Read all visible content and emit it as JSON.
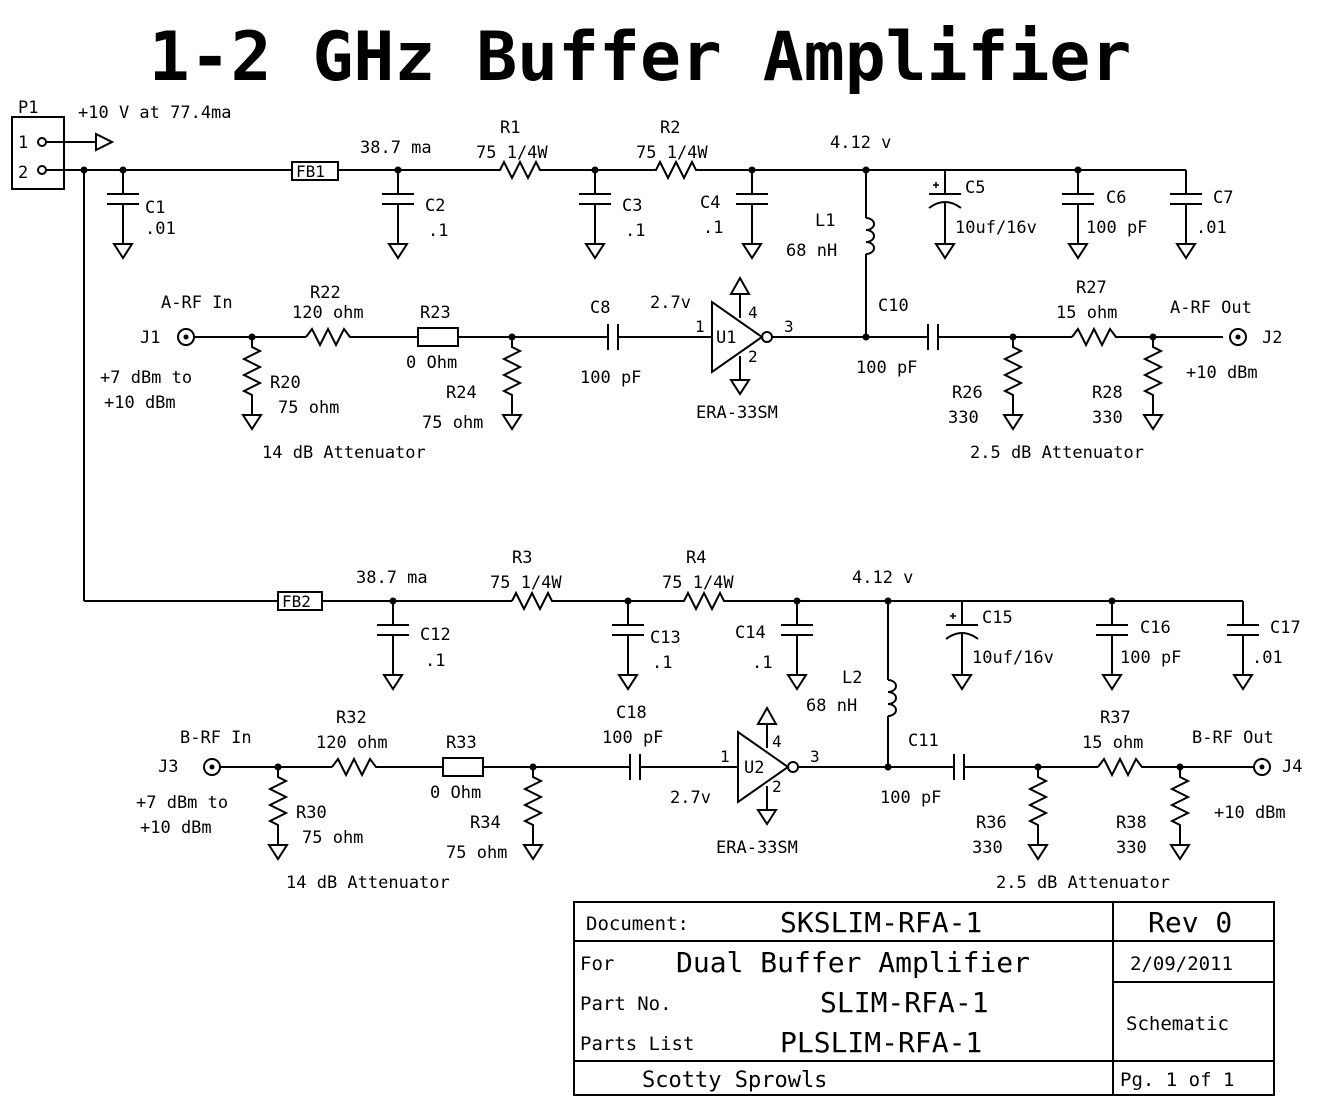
{
  "title": "1-2 GHz Buffer Amplifier",
  "power": {
    "connector": "P1",
    "pin1": "1",
    "pin2": "2",
    "supply": "+10 V at 77.4ma"
  },
  "channel_a": {
    "ferrite": "FB1",
    "current": "38.7 ma",
    "node_voltage": "4.12 v",
    "r1": {
      "ref": "R1",
      "value": "75 1/4W"
    },
    "r2": {
      "ref": "R2",
      "value": "75 1/4W"
    },
    "c1": {
      "ref": "C1",
      "value": ".01"
    },
    "c2": {
      "ref": "C2",
      "value": ".1"
    },
    "c3": {
      "ref": "C3",
      "value": ".1"
    },
    "c4": {
      "ref": "C4",
      "value": ".1"
    },
    "c5": {
      "ref": "C5",
      "value": "10uf/16v"
    },
    "c6": {
      "ref": "C6",
      "value": "100 pF"
    },
    "c7": {
      "ref": "C7",
      "value": ".01"
    },
    "l1": {
      "ref": "L1",
      "value": "68 nH"
    },
    "in_label": "A-RF In",
    "jack_in": "J1",
    "in_level_1": "+7 dBm to",
    "in_level_2": "+10 dBm",
    "r22": {
      "ref": "R22",
      "value": "120 ohm"
    },
    "r23": {
      "ref": "R23",
      "value": "0 Ohm"
    },
    "r20": {
      "ref": "R20",
      "value": "75 ohm"
    },
    "r24": {
      "ref": "R24",
      "value": "75 ohm"
    },
    "atten_in": "14 dB Attenuator",
    "c8": {
      "ref": "C8",
      "value": "100 pF"
    },
    "amp_voltage": "2.7v",
    "u1": {
      "ref": "U1",
      "part": "ERA-33SM",
      "pin1": "1",
      "pin2": "2",
      "pin3": "3",
      "pin4": "4"
    },
    "c10": {
      "ref": "C10",
      "value": "100 pF"
    },
    "r27": {
      "ref": "R27",
      "value": "15 ohm"
    },
    "r26": {
      "ref": "R26",
      "value": "330"
    },
    "r28": {
      "ref": "R28",
      "value": "330"
    },
    "out_label": "A-RF Out",
    "jack_out": "J2",
    "out_level": "+10 dBm",
    "atten_out": "2.5 dB Attenuator"
  },
  "channel_b": {
    "ferrite": "FB2",
    "current": "38.7 ma",
    "node_voltage": "4.12 v",
    "r3": {
      "ref": "R3",
      "value": "75 1/4W"
    },
    "r4": {
      "ref": "R4",
      "value": "75 1/4W"
    },
    "c12": {
      "ref": "C12",
      "value": ".1"
    },
    "c13": {
      "ref": "C13",
      "value": ".1"
    },
    "c14": {
      "ref": "C14",
      "value": ".1"
    },
    "c15": {
      "ref": "C15",
      "value": "10uf/16v"
    },
    "c16": {
      "ref": "C16",
      "value": "100 pF"
    },
    "c17": {
      "ref": "C17",
      "value": ".01"
    },
    "l2": {
      "ref": "L2",
      "value": "68 nH"
    },
    "in_label": "B-RF In",
    "jack_in": "J3",
    "in_level_1": "+7 dBm to",
    "in_level_2": "+10 dBm",
    "r32": {
      "ref": "R32",
      "value": "120 ohm"
    },
    "r33": {
      "ref": "R33",
      "value": "0 Ohm"
    },
    "r30": {
      "ref": "R30",
      "value": "75 ohm"
    },
    "r34": {
      "ref": "R34",
      "value": "75 ohm"
    },
    "atten_in": "14 dB Attenuator",
    "c18": {
      "ref": "C18",
      "value": "100 pF"
    },
    "amp_voltage": "2.7v",
    "u2": {
      "ref": "U2",
      "part": "ERA-33SM",
      "pin1": "1",
      "pin2": "2",
      "pin3": "3",
      "pin4": "4"
    },
    "c11": {
      "ref": "C11",
      "value": "100 pF"
    },
    "r37": {
      "ref": "R37",
      "value": "15 ohm"
    },
    "r36": {
      "ref": "R36",
      "value": "330"
    },
    "r38": {
      "ref": "R38",
      "value": "330"
    },
    "out_label": "B-RF Out",
    "jack_out": "J4",
    "out_level": "+10 dBm",
    "atten_out": "2.5 dB Attenuator"
  },
  "title_block": {
    "document_label": "Document:",
    "document": "SKSLIM-RFA-1",
    "rev": "Rev 0",
    "for_label": "For",
    "for": "Dual Buffer Amplifier",
    "date": "2/09/2011",
    "part_label": "Part No.",
    "part": "SLIM-RFA-1",
    "type": "Schematic",
    "parts_list_label": "Parts List",
    "parts_list": "PLSLIM-RFA-1",
    "author": "Scotty Sprowls",
    "page": "Pg. 1 of 1"
  }
}
